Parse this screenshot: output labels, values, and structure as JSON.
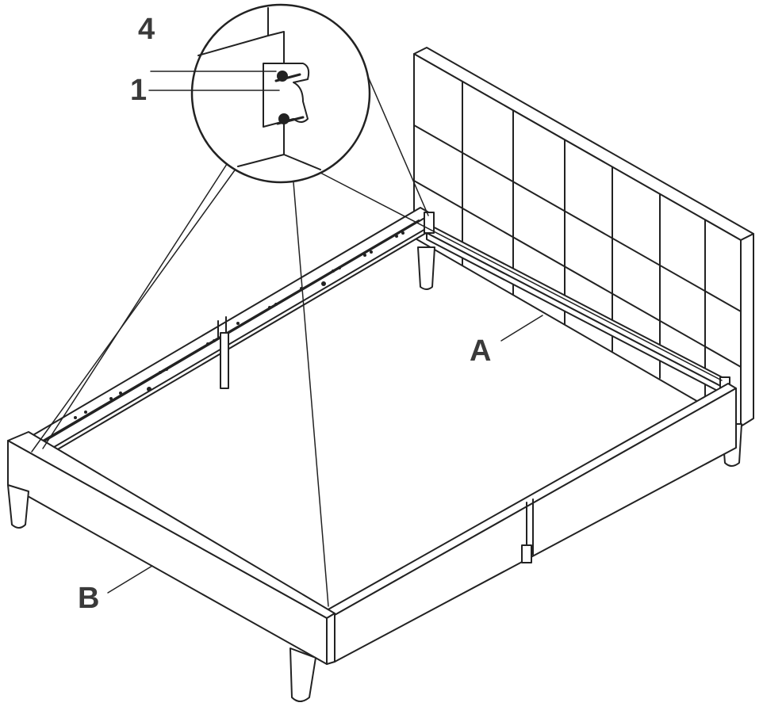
{
  "callouts": {
    "part_4": "4",
    "part_1": "1",
    "part_a": "A",
    "part_b": "B"
  },
  "colors": {
    "line": "#222222",
    "label": "#3a3a3a",
    "background": "#ffffff"
  }
}
